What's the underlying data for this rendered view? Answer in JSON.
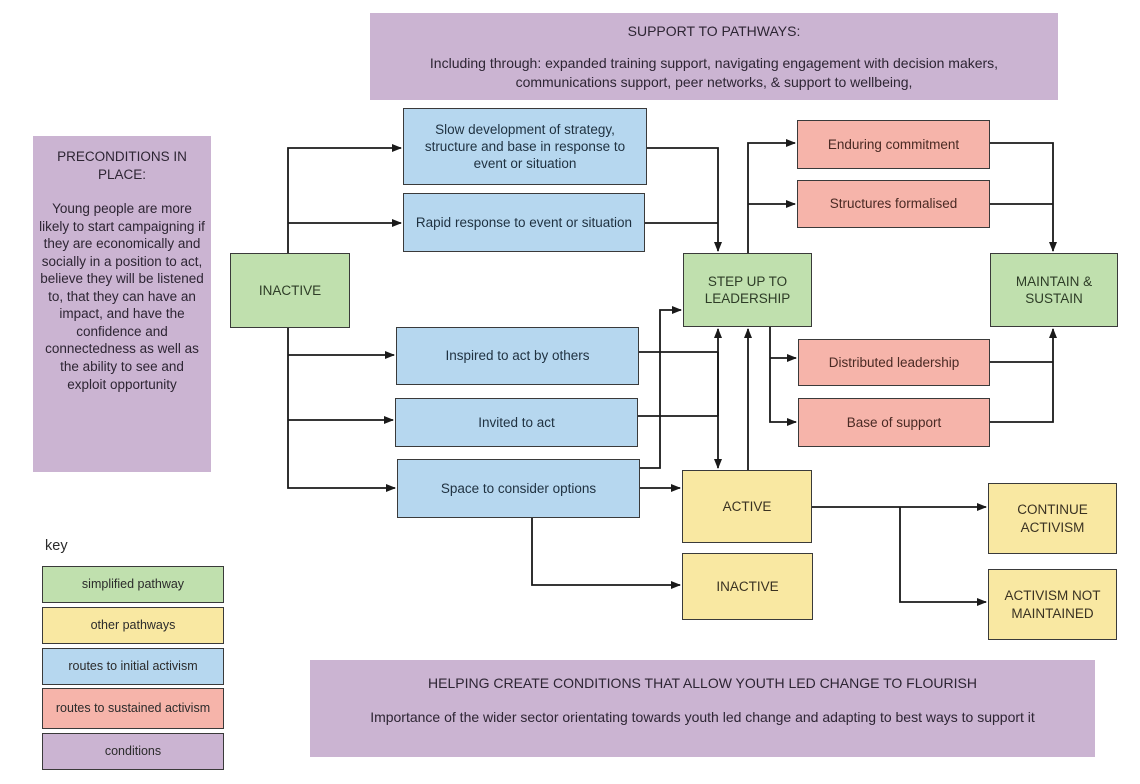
{
  "banners": {
    "support": {
      "title": "SUPPORT TO PATHWAYS:",
      "body": "Including through: expanded training support, navigating engagement with decision makers, communications support, peer networks, & support to wellbeing,"
    },
    "preconditions": {
      "title": "PRECONDITIONS IN PLACE:",
      "body": "Young people are more likely to start campaigning if they are economically and socially in a position to act, believe they will be listened to, that they can have an impact, and have the confidence and connectedness as well as the ability to see and exploit opportunity"
    },
    "helping": {
      "title": "HELPING CREATE CONDITIONS THAT ALLOW YOUTH LED CHANGE TO FLOURISH",
      "body": "Importance of the wider sector orientating towards youth led change and adapting to best ways to support it"
    }
  },
  "nodes": {
    "inactive_start": "INACTIVE",
    "slow_development": "Slow development of strategy, structure and base in response to event or situation",
    "rapid_response": "Rapid response to event or situation",
    "inspired": "Inspired to act by others",
    "invited": "Invited to act",
    "space": "Space to consider options",
    "step_up": "STEP UP TO LEADERSHIP",
    "maintain": "MAINTAIN & SUSTAIN",
    "enduring": "Enduring commitment",
    "structures": "Structures formalised",
    "distributed": "Distributed leadership",
    "base_support": "Base of support",
    "active": "ACTIVE",
    "inactive_end": "INACTIVE",
    "continue_activism": "CONTINUE ACTIVISM",
    "activism_not_maintained": "ACTIVISM NOT MAINTAINED"
  },
  "key": {
    "label": "key",
    "items": [
      {
        "label": "simplified pathway"
      },
      {
        "label": "other pathways"
      },
      {
        "label": "routes to initial activism"
      },
      {
        "label": "routes to sustained activism"
      },
      {
        "label": "conditions"
      }
    ]
  },
  "colors": {
    "simplified_pathway_green": "#c0e0ae",
    "other_pathways_yellow": "#f9e8a2",
    "initial_activism_blue": "#b6d7ef",
    "sustained_activism_pink": "#f6b4aa",
    "conditions_purple": "#cbb4d2",
    "connector_black": "#1a1a1a"
  }
}
